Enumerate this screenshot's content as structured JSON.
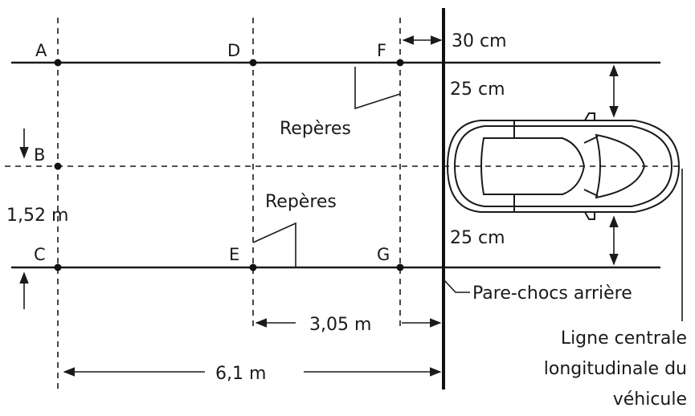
{
  "points": {
    "A": "A",
    "B": "B",
    "C": "C",
    "D": "D",
    "E": "E",
    "F": "F",
    "G": "G"
  },
  "dimensions": {
    "d30cm": "30 cm",
    "d25cm_top": "25 cm",
    "d25cm_bottom": "25 cm",
    "d152m": "1,52 m",
    "d305m": "3,05 m",
    "d61m": "6,1 m"
  },
  "labels": {
    "reperes_upper": "Repères",
    "reperes_lower": "Repères",
    "bumper": "Pare-chocs arrière",
    "centerline_1": "Ligne centrale",
    "centerline_2": "longitudinale du",
    "centerline_3": "véhicule"
  }
}
